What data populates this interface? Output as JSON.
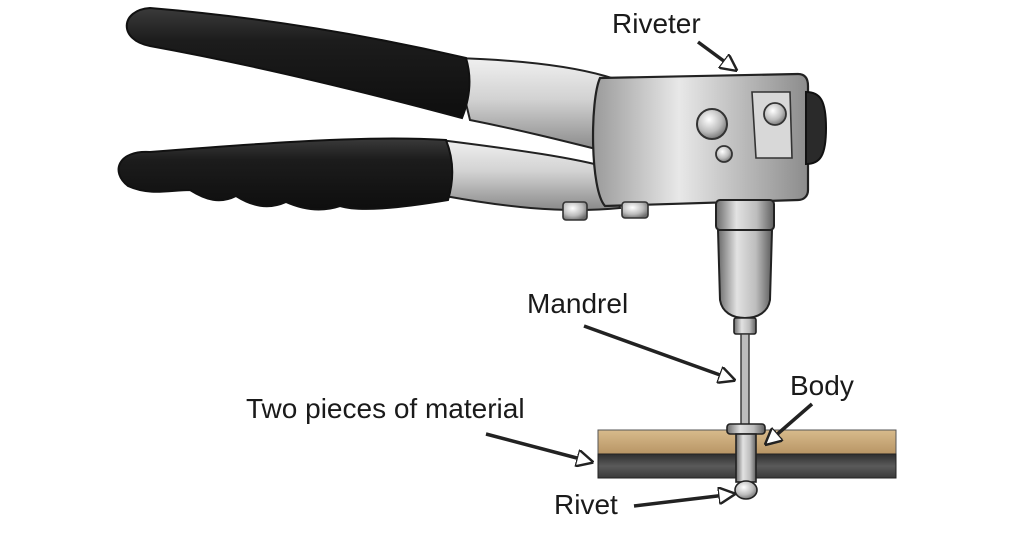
{
  "labels": {
    "riveter": "Riveter",
    "mandrel": "Mandrel",
    "body": "Body",
    "material": "Two pieces of material",
    "rivet": "Rivet"
  },
  "colors": {
    "grip": "#1e1e1e",
    "metal_light": "#e6e6e6",
    "metal_mid": "#b4b4b4",
    "metal_dark": "#6e6e6e",
    "wood": "#c9a978",
    "steel_plate": "#4a4a4a",
    "outline": "#222222"
  }
}
